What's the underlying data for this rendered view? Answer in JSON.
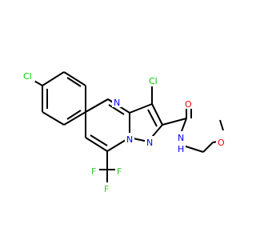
{
  "colors": {
    "bond": "#000000",
    "carbon_frame": "#000000",
    "chlorine": "#00cc00",
    "nitrogen": "#0000ff",
    "oxygen": "#ff0000",
    "fluorine": "#33cc33"
  },
  "atoms": {
    "cl_phenyl": "Cl",
    "cl_pyrazole": "Cl",
    "n_pyrimidine": "N",
    "n_bridge": "N",
    "n_pyrazole": "N",
    "o_carbonyl": "O",
    "n_amide": "N",
    "h_amide": "H",
    "o_methoxy": "O",
    "f_left": "F",
    "f_middle": "F",
    "f_right": "F"
  }
}
